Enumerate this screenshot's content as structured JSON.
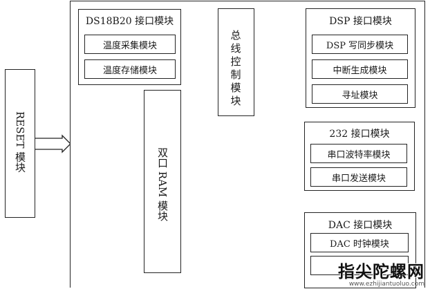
{
  "reset": {
    "label": "RESET 模块"
  },
  "ds18b20": {
    "title": "DS18B20 接口模块",
    "items": [
      "温度采集模块",
      "温度存储模块"
    ]
  },
  "bus": {
    "label": "总线控制模块"
  },
  "dsp": {
    "title": "DSP 接口模块",
    "items": [
      "DSP 写同步模块",
      "中断生成模块",
      "寻址模块"
    ]
  },
  "ram": {
    "label": "双口 RAM 模块"
  },
  "uart": {
    "title": "232 接口模块",
    "items": [
      "串口波特率模块",
      "串口发送模块"
    ]
  },
  "dac": {
    "title": "DAC 接口模块",
    "items": [
      "DAC 时钟模块"
    ]
  },
  "watermark": {
    "main": "指尖陀螺网",
    "url": "www.ezhijiantuoluo.com"
  }
}
